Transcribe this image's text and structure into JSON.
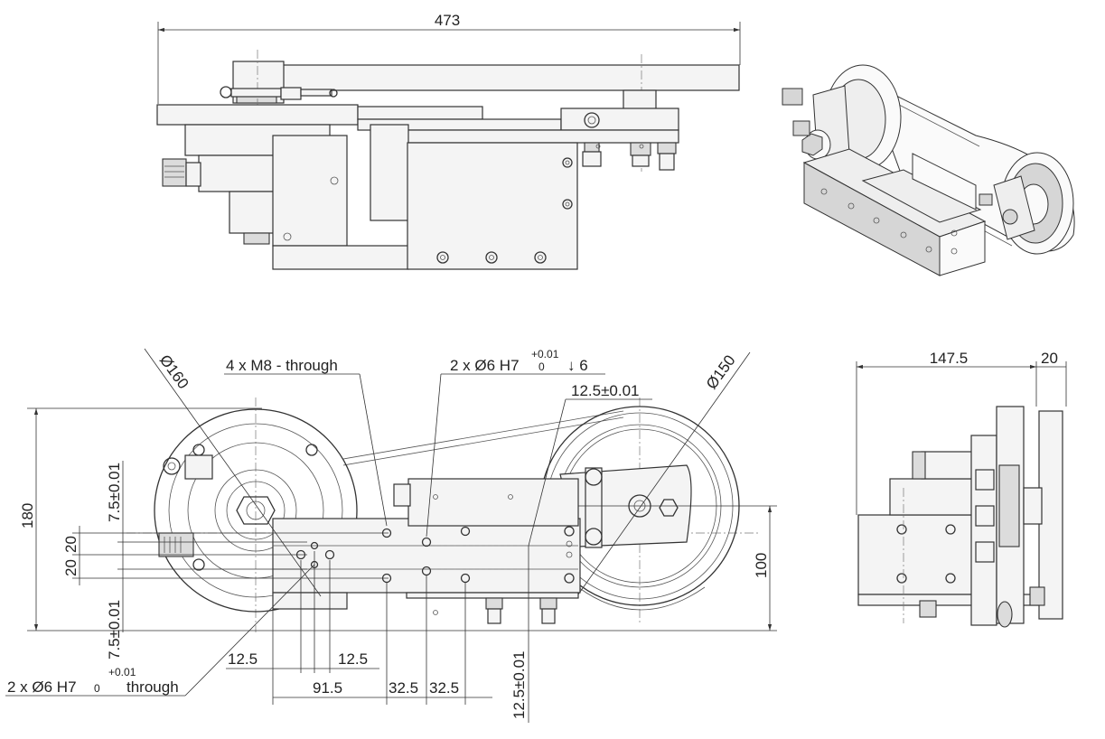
{
  "dimensions": {
    "top_width": "473",
    "d160": "Ø160",
    "d150": "Ø150",
    "m8_note": "4 x M8 - through",
    "pin_note_top_prefix": "2 x Ø6 H7",
    "pin_note_top_tol_upper": "+0.01",
    "pin_note_top_tol_lower": "0",
    "pin_note_top_depth": "↓ 6",
    "tol_12_5_top": "12.5±0.01",
    "height_180": "180",
    "tol_7_5_upper": "7.5±0.01",
    "d20_a": "20",
    "d20_b": "20",
    "tol_7_5_lower": "7.5±0.01",
    "height_100": "100",
    "d12_5_left": "12.5",
    "d12_5_right": "12.5",
    "pin_note_bottom_prefix": "2 x Ø6 H7",
    "pin_note_bottom_tol_upper": "+0.01",
    "pin_note_bottom_tol_lower": "0",
    "pin_note_bottom_suffix": "through",
    "d91_5": "91.5",
    "d32_5_a": "32.5",
    "d32_5_b": "32.5",
    "tol_12_5_bottom": "12.5±0.01",
    "side_147_5": "147.5",
    "side_20": "20"
  }
}
